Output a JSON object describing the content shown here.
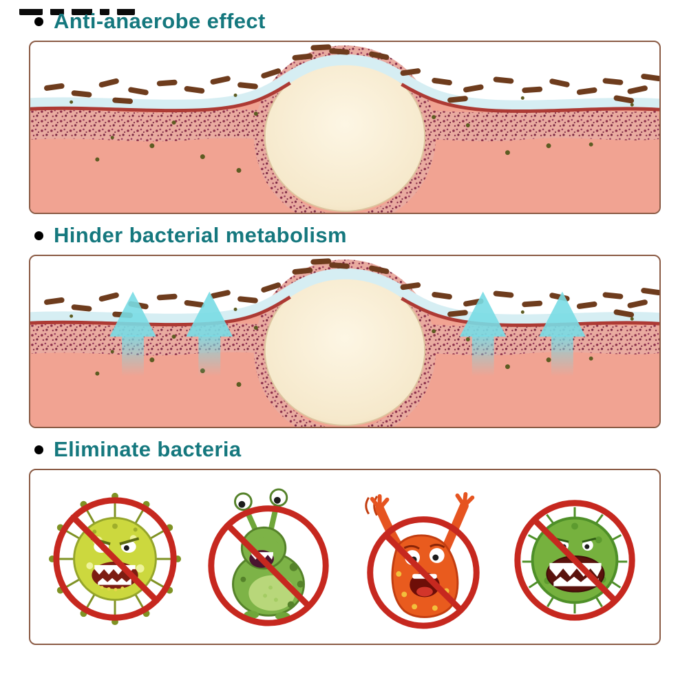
{
  "page": {
    "background": "#ffffff",
    "cropped_top_text_present": true
  },
  "colors": {
    "heading_text": "#15787e",
    "bullet": "#000000",
    "panel_border": "#8a5a44",
    "panel_bg": "#ffffff",
    "skin_pink": "#f1a392",
    "dermis_speckle": "#8c2f4a",
    "surface_red_line": "#ad3a34",
    "mucus_blue": "#d6eef3",
    "bacteria_rod_brown": "#6e3c1d",
    "cyst_cream": "#f6e9cc",
    "metabolism_arrow_cyan": "#79dbe4",
    "prohibition_red": "#c6281f"
  },
  "sections": [
    {
      "title": "Anti-anaerobe effect",
      "illustration": "skin-cross-section-with-anaerobic-bacteria-and-cyst"
    },
    {
      "title": "Hinder bacterial metabolism",
      "illustration": "skin-cross-section-with-upward-cyan-arrows",
      "arrow_count": 4
    },
    {
      "title": "Eliminate bacteria",
      "illustration": "four-crossed-out-cartoon-germs",
      "germs": [
        {
          "name": "spiky-yellow-green-germ",
          "crossed_out": true
        },
        {
          "name": "green-slug-germ-with-eye-stalks",
          "crossed_out": true
        },
        {
          "name": "orange-screaming-germ",
          "crossed_out": true
        },
        {
          "name": "green-virus-germ-big-mouth",
          "crossed_out": true
        }
      ]
    }
  ]
}
